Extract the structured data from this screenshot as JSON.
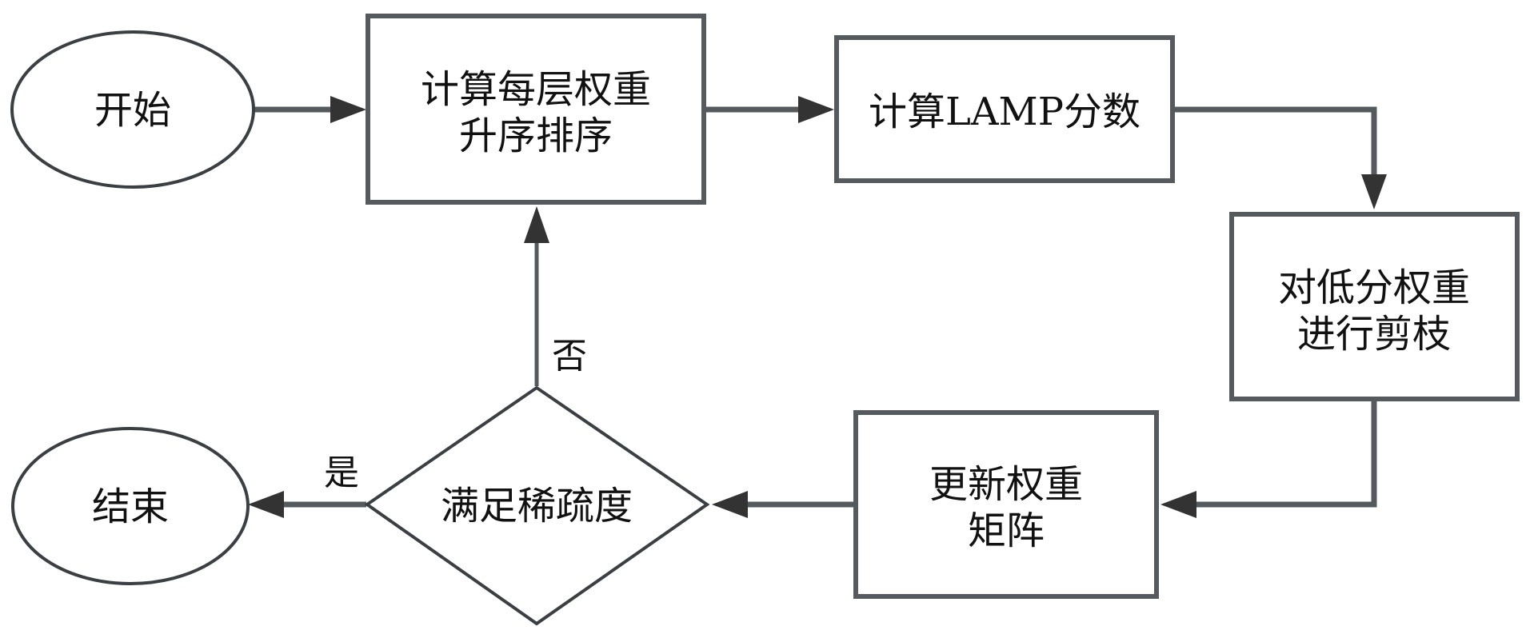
{
  "diagram": {
    "type": "flowchart",
    "colors": {
      "stroke": "#555a5f",
      "arrow": "#333333",
      "text": "#111111",
      "background": "#ffffff"
    },
    "nodes": {
      "start": {
        "shape": "ellipse",
        "lines": [
          "开始"
        ]
      },
      "sort": {
        "shape": "rect",
        "lines": [
          "计算每层权重",
          "升序排序"
        ]
      },
      "lamp": {
        "shape": "rect",
        "lines": [
          "计算LAMP分数"
        ]
      },
      "prune": {
        "shape": "rect",
        "lines": [
          "对低分权重",
          "进行剪枝"
        ]
      },
      "update": {
        "shape": "rect",
        "lines": [
          "更新权重",
          "矩阵"
        ]
      },
      "check": {
        "shape": "diamond",
        "lines": [
          "满足稀疏度"
        ]
      },
      "end": {
        "shape": "ellipse",
        "lines": [
          "结束"
        ]
      }
    },
    "edges": [
      {
        "from": "start",
        "to": "sort",
        "label": ""
      },
      {
        "from": "sort",
        "to": "lamp",
        "label": ""
      },
      {
        "from": "lamp",
        "to": "prune",
        "label": ""
      },
      {
        "from": "prune",
        "to": "update",
        "label": ""
      },
      {
        "from": "update",
        "to": "check",
        "label": ""
      },
      {
        "from": "check",
        "to": "end",
        "label": "是"
      },
      {
        "from": "check",
        "to": "sort",
        "label": "否"
      }
    ]
  }
}
